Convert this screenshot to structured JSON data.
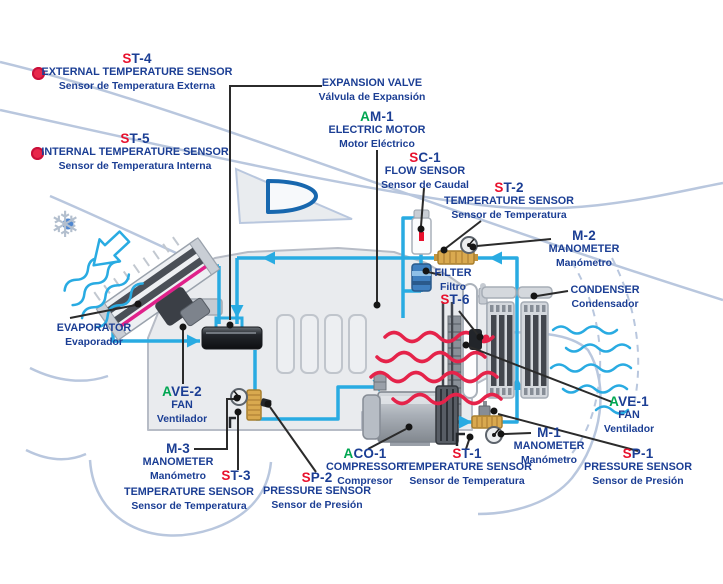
{
  "diagram": {
    "labels": {
      "st4": {
        "code_prefix": "S",
        "code_rest": "T-4",
        "accent": "red",
        "name_en": "EXTERNAL TEMPERATURE SENSOR",
        "name_es": "Sensor de Temperatura Externa"
      },
      "st5": {
        "code_prefix": "S",
        "code_rest": "T-5",
        "accent": "red",
        "name_en": "INTERNAL TEMPERATURE SENSOR",
        "name_es": "Sensor de Temperatura Interna"
      },
      "expansion_valve": {
        "name_en": "EXPANSION VALVE",
        "name_es": "Válvula de Expansión"
      },
      "am1": {
        "code_prefix": "A",
        "code_rest": "M-1",
        "accent": "green",
        "name_en": "ELECTRIC MOTOR",
        "name_es": "Motor Eléctrico"
      },
      "sc1": {
        "code_prefix": "S",
        "code_rest": "C-1",
        "accent": "red",
        "name_en": "FLOW SENSOR",
        "name_es": "Sensor de Caudal"
      },
      "st2": {
        "code_prefix": "S",
        "code_rest": "T-2",
        "accent": "red",
        "name_en": "TEMPERATURE SENSOR",
        "name_es": "Sensor de Temperatura"
      },
      "m2": {
        "code_prefix": "",
        "code_rest": "M-2",
        "accent": "none",
        "name_en": "MANOMETER",
        "name_es": "Manómetro"
      },
      "condenser": {
        "name_en": "CONDENSER",
        "name_es": "Condensador"
      },
      "filter": {
        "name_en": "FILTER",
        "name_es": "Filtro"
      },
      "st6": {
        "code_prefix": "S",
        "code_rest": "T-6",
        "accent": "red"
      },
      "evaporator": {
        "name_en": "EVAPORATOR",
        "name_es": "Evaporador"
      },
      "ave2": {
        "code_prefix": "A",
        "code_rest": "VE-2",
        "accent": "green",
        "name_en": "FAN",
        "name_es": "Ventilador"
      },
      "m3": {
        "code_prefix": "",
        "code_rest": "M-3",
        "accent": "none",
        "name_en": "MANOMETER",
        "name_es": "Manómetro"
      },
      "st3": {
        "code_prefix": "S",
        "code_rest": "T-3",
        "accent": "red",
        "name_en": "TEMPERATURE SENSOR",
        "name_es": "Sensor de Temperatura"
      },
      "sp2": {
        "code_prefix": "S",
        "code_rest": "P-2",
        "accent": "red",
        "name_en": "PRESSURE SENSOR",
        "name_es": "Sensor de Presión"
      },
      "aco1": {
        "code_prefix": "A",
        "code_rest": "CO-1",
        "accent": "green",
        "name_en": "COMPRESSOR",
        "name_es": "Compresor"
      },
      "st1": {
        "code_prefix": "S",
        "code_rest": "T-1",
        "accent": "red",
        "name_en": "TEMPERATURE SENSOR",
        "name_es": "Sensor de Temperatura"
      },
      "m1": {
        "code_prefix": "",
        "code_rest": "M-1",
        "accent": "none",
        "name_en": "MANOMETER",
        "name_es": "Manómetro"
      },
      "ave1": {
        "code_prefix": "A",
        "code_rest": "VE-1",
        "accent": "green",
        "name_en": "FAN",
        "name_es": "Ventilador"
      },
      "sp1": {
        "code_prefix": "S",
        "code_rest": "P-1",
        "accent": "red",
        "name_en": "PRESSURE SENSOR",
        "name_es": "Sensor de Presión"
      }
    },
    "icons": {
      "snowflake": "❄",
      "external_sensor_marker": "●",
      "internal_sensor_marker": "●"
    },
    "colors": {
      "label_navy": "#1b3e94",
      "accent_red": "#e8112d",
      "accent_green": "#00a651",
      "pipe_cyan": "#29abe2",
      "hot_air_red": "#e5234a",
      "cold_air_cyan": "#29abe2",
      "car_outline_blue": "#b9c7de",
      "brass_fitting": "#d9a94f",
      "evaporator_stripe_magenta": "#e0218a",
      "sensor_marker_red": "#e8274b"
    }
  }
}
